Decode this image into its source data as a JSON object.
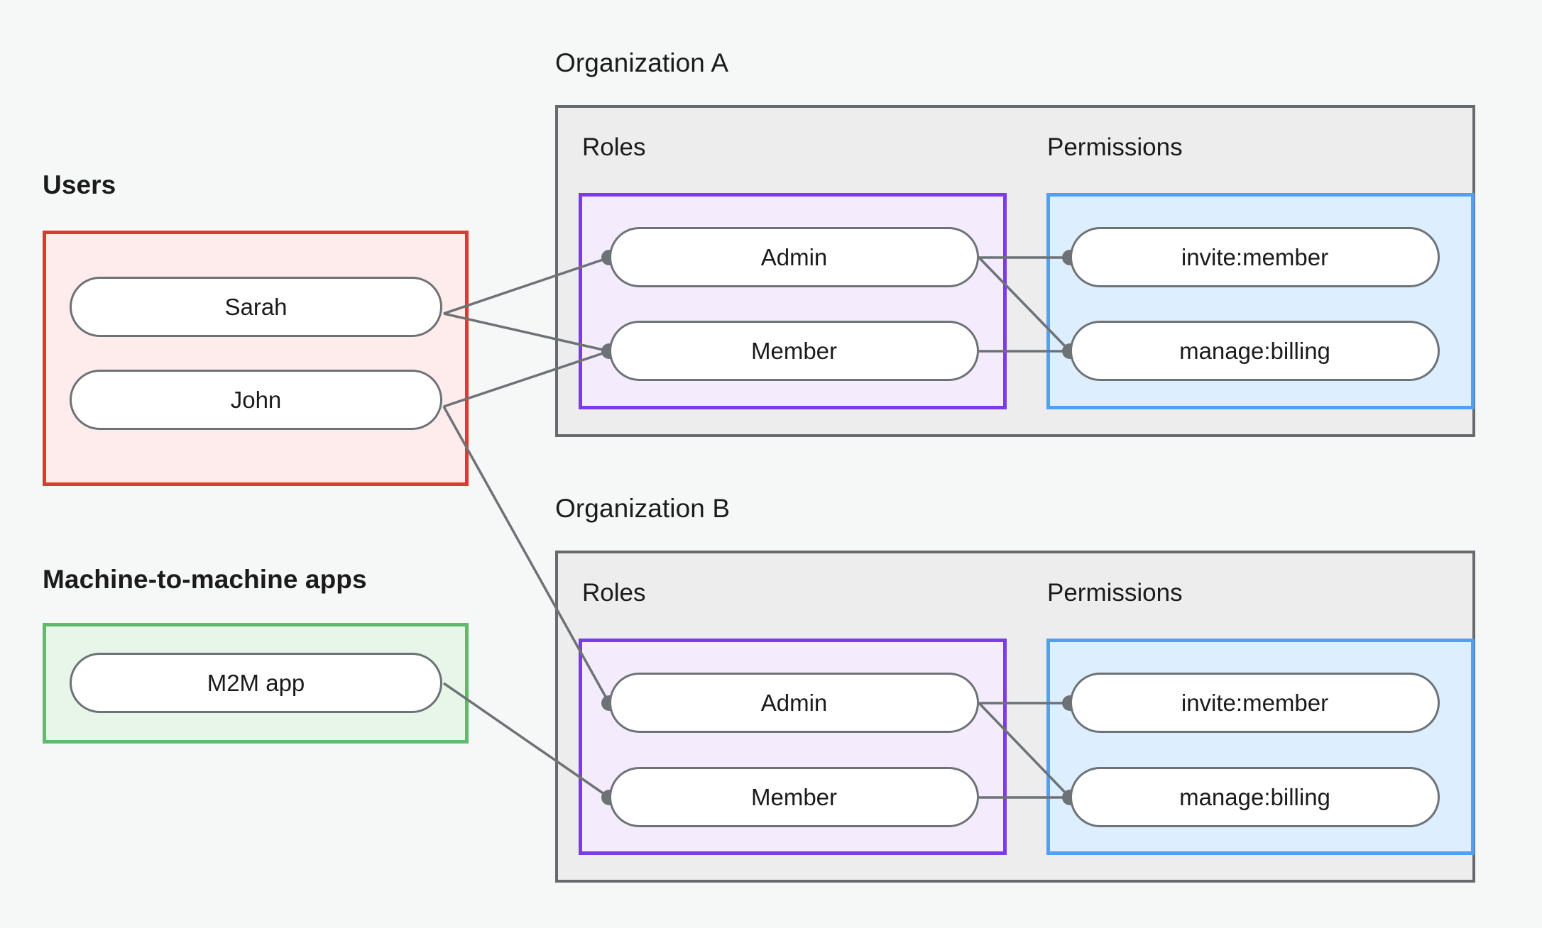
{
  "colors": {
    "page_background": "#f6f8f7",
    "users_border": "#dc3a31",
    "users_fill": "#fdeceb",
    "m2m_border": "#62b96e",
    "m2m_fill": "#e8f6e9",
    "org_border": "#666a6d",
    "org_fill": "#ededed",
    "roles_border": "#7c3aed",
    "roles_fill": "#f4ecfd",
    "permissions_border": "#52a0f5",
    "permissions_fill": "#ddeeff",
    "node_border": "#6d7277",
    "node_fill": "#ffffff",
    "edge": "#6d7277",
    "text": "#1b1b1b"
  },
  "left_column": {
    "users": {
      "caption": "Users",
      "nodes": [
        {
          "label": "Sarah"
        },
        {
          "label": "John"
        }
      ]
    },
    "machine_apps": {
      "caption": "Machine-to-machine apps",
      "nodes": [
        {
          "label": "M2M app"
        }
      ]
    }
  },
  "organizations": [
    {
      "caption": "Organization A",
      "roles_label": "Roles",
      "permissions_label": "Permissions",
      "roles": [
        {
          "label": "Admin"
        },
        {
          "label": "Member"
        }
      ],
      "permissions": [
        {
          "label": "invite:member"
        },
        {
          "label": "manage:billing"
        }
      ]
    },
    {
      "caption": "Organization B",
      "roles_label": "Roles",
      "permissions_label": "Permissions",
      "roles": [
        {
          "label": "Admin"
        },
        {
          "label": "Member"
        }
      ],
      "permissions": [
        {
          "label": "invite:member"
        },
        {
          "label": "manage:billing"
        }
      ]
    }
  ],
  "connections": [
    {
      "from": "Sarah",
      "to": "Organization A / Admin"
    },
    {
      "from": "Sarah",
      "to": "Organization A / Member"
    },
    {
      "from": "John",
      "to": "Organization A / Member"
    },
    {
      "from": "John",
      "to": "Organization B / Admin"
    },
    {
      "from": "M2M app",
      "to": "Organization B / Member"
    },
    {
      "from": "Organization A / Admin",
      "to": "Organization A / invite:member"
    },
    {
      "from": "Organization A / Admin",
      "to": "Organization A / manage:billing"
    },
    {
      "from": "Organization A / Member",
      "to": "Organization A / manage:billing"
    },
    {
      "from": "Organization B / Admin",
      "to": "Organization B / invite:member"
    },
    {
      "from": "Organization B / Admin",
      "to": "Organization B / manage:billing"
    },
    {
      "from": "Organization B / Member",
      "to": "Organization B / manage:billing"
    }
  ]
}
